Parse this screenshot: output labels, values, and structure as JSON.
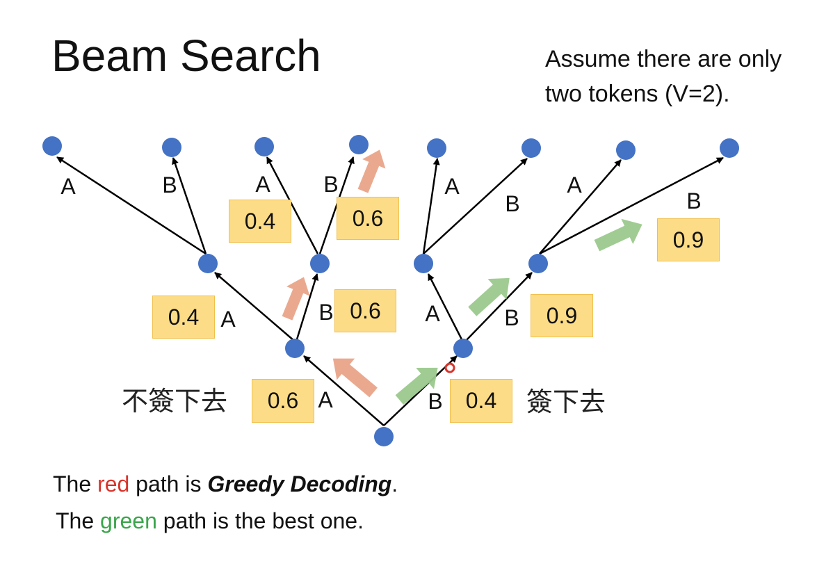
{
  "title": "Beam Search",
  "note": {
    "line1": "Assume there are only",
    "line2": "two tokens (V=2)."
  },
  "colors": {
    "node": "#4472c4",
    "prob_fill": "#fcdc86",
    "red_arrow": "#e8a083",
    "green_arrow": "#9bc98d",
    "red_text": "#d8342b",
    "green_text": "#3aa54b"
  },
  "tokens": {
    "a": "A",
    "b": "B"
  },
  "probs": {
    "root_a": "0.6",
    "root_b": "0.4",
    "a_a": "0.4",
    "a_b": "0.6",
    "b_b": "0.9",
    "ab_a": "0.4",
    "ab_b": "0.6",
    "bb_b": "0.9"
  },
  "side_labels": {
    "left": "不簽下去",
    "right": "簽下去"
  },
  "caption": {
    "line1_pre": "The ",
    "line1_color": "red",
    "line1_mid": " path is ",
    "line1_bold": "Greedy Decoding",
    "line1_end": ".",
    "line2_pre": "The ",
    "line2_color": "green",
    "line2_end": " path is the best one."
  }
}
